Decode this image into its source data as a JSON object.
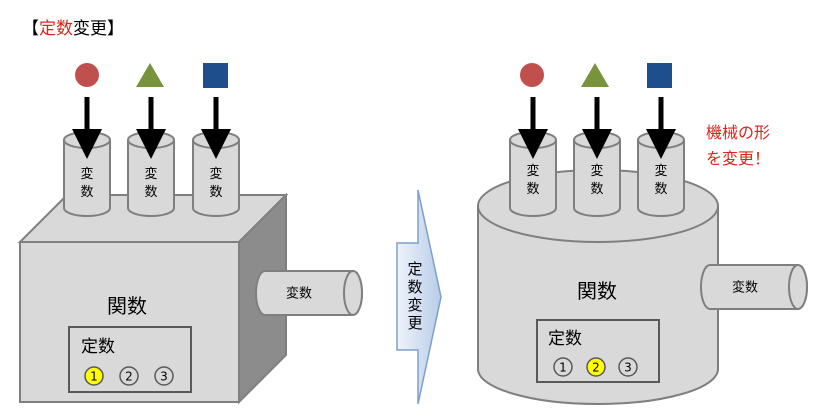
{
  "title": {
    "open": "【",
    "highlight": "定数",
    "rest": "変更",
    "close": "】"
  },
  "input_shapes": [
    {
      "shape": "circle",
      "color": "#c0504d"
    },
    {
      "shape": "triangle",
      "color": "#77933c"
    },
    {
      "shape": "square",
      "color": "#1f4e8c"
    }
  ],
  "variable_label": "変数",
  "function_label": "関数",
  "constant_label": "定数",
  "before": {
    "constants": [
      "1",
      "2",
      "3"
    ],
    "selected": "1"
  },
  "after": {
    "constants": [
      "1",
      "2",
      "3"
    ],
    "selected": "2"
  },
  "transition_label": [
    "定",
    "数",
    "変",
    "更"
  ],
  "annotation": [
    "機械の形",
    "を変更！"
  ],
  "colors": {
    "highlight": "#d9261c",
    "selected_constant": "#ffff00"
  }
}
